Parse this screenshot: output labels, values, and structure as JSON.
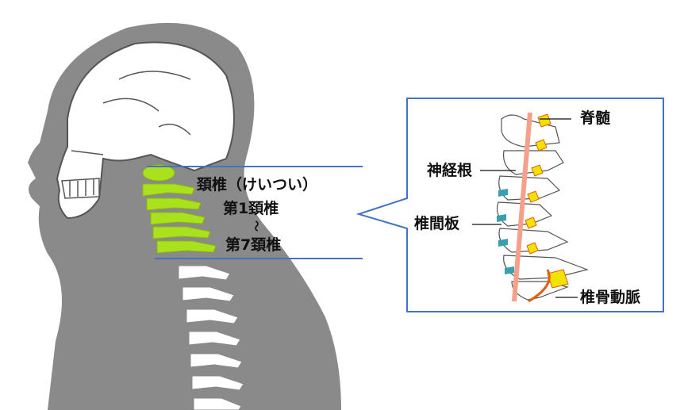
{
  "title": "頚椎（けいつい）",
  "range": {
    "first": "第1頚椎",
    "tilde": "〜",
    "last": "第7頚椎"
  },
  "detail_labels": {
    "spinal_cord": "脊髄",
    "nerve_root": "神経根",
    "disc": "椎間板",
    "artery": "椎骨動脈"
  },
  "colors": {
    "silhouette": "#8a8a8a",
    "cervical": "#a9e21c",
    "callout_border": "#4472c4",
    "cord": "#f4a08a",
    "disc": "#3aa0b0",
    "artery_fill": "#f2e200"
  }
}
